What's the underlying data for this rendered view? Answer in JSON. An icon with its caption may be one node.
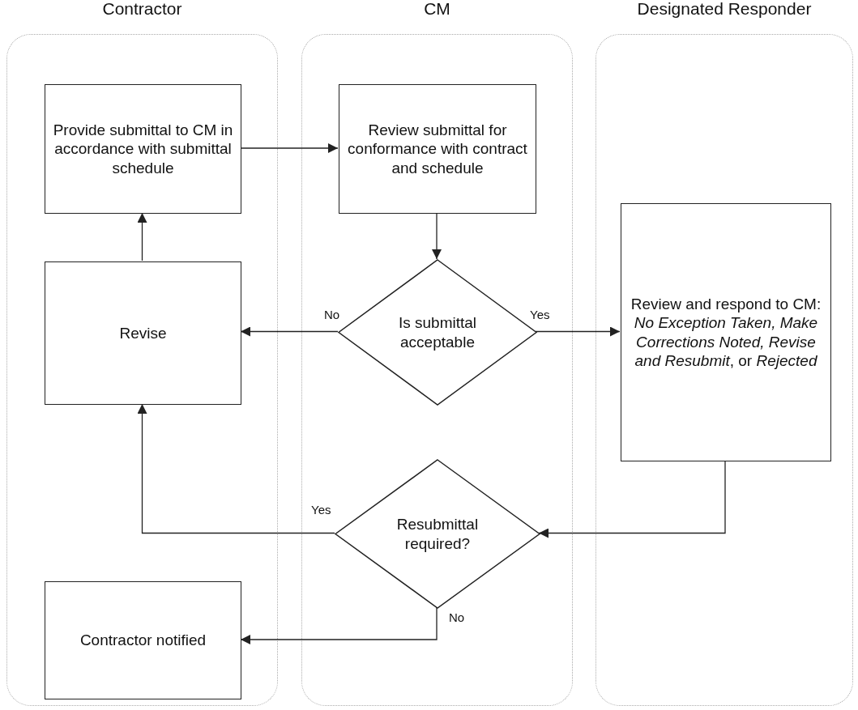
{
  "diagram": {
    "nodes": [
      {
        "text": [
          "Contractor"
        ]
      },
      {
        "text": [
          "CM"
        ]
      },
      {
        "text": [
          "Designated Responder"
        ]
      },
      {
        "text": [
          "Provide submittal to CM in accordance with submittal schedule"
        ],
        "in": 0
      },
      {
        "text": [
          "Review submittal for conformance with contract and schedule"
        ],
        "in": 1
      },
      {
        "text": [
          "Is submittal acceptable"
        ],
        "in": 1
      },
      {
        "text": [
          "Revise"
        ],
        "in": 0
      },
      {
        "text": [
          "Review and respond to CM: *No Exception Taken, Make Corrections Noted, Revise and Resubmit*, or *Rejected*"
        ],
        "in": 2
      },
      {
        "text": [
          "Resubmittal required?"
        ],
        "in": 1
      },
      {
        "text": [
          "Contractor notified"
        ],
        "in": 0
      }
    ],
    "edges": [
      {
        "from": 3,
        "to": 4,
        "arrow": "to"
      },
      {
        "from": 4,
        "to": 5,
        "arrow": "to"
      },
      {
        "from": 5,
        "to": 6,
        "arrow": "to",
        "label": "No"
      },
      {
        "from": 5,
        "to": 7,
        "arrow": "to",
        "label": "Yes"
      },
      {
        "from": 7,
        "to": 8,
        "arrow": "to"
      },
      {
        "from": 8,
        "to": 6,
        "arrow": "to",
        "label": "Yes"
      },
      {
        "from": 8,
        "to": 9,
        "arrow": "to",
        "label": "No"
      },
      {
        "from": 6,
        "to": 3,
        "arrow": "to"
      }
    ]
  }
}
